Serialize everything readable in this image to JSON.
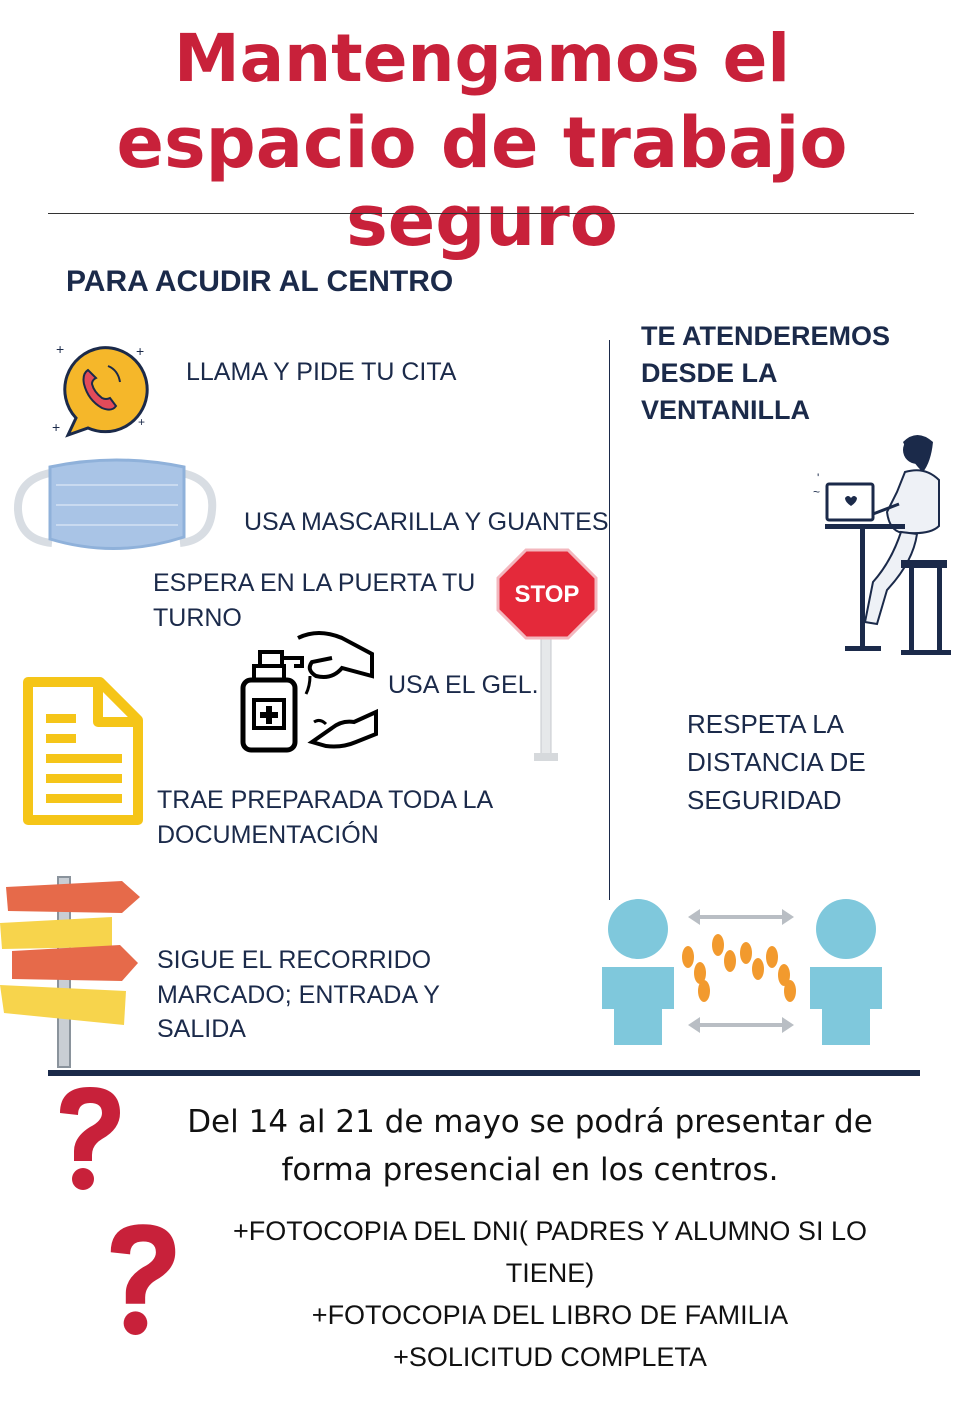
{
  "title": {
    "line1": "Mantengamos el",
    "line2": "espacio de trabajo seguro"
  },
  "section": {
    "title": "PARA ACUDIR AL CENTRO"
  },
  "steps": {
    "call": "LLAMA Y PIDE TU CITA",
    "mask": "USA MASCARILLA Y GUANTES",
    "wait_l1": "ESPERA EN LA PUERTA TU",
    "wait_l2": "TURNO",
    "gel": "USA EL GEL.",
    "docs_l1": "TRAE PREPARADA TODA LA",
    "docs_l2": "DOCUMENTACIÓN",
    "route_l1": "SIGUE EL RECORRIDO",
    "route_l2": "MARCADO; ENTRADA Y",
    "route_l3": "SALIDA"
  },
  "right": {
    "head_l1": "TE ATENDEREMOS",
    "head_l2": "DESDE LA",
    "head_l3": "VENTANILLA",
    "distance_l1": "RESPETA LA",
    "distance_l2": "DISTANCIA DE",
    "distance_l3": "SEGURIDAD"
  },
  "stop_sign": {
    "label": "STOP"
  },
  "notice": {
    "line1": "Del 14 al 21 de mayo se podrá presentar de",
    "line2": "forma presencial en los centros."
  },
  "documents": {
    "line1": "+FOTOCOPIA DEL DNI( PADRES Y ALUMNO SI LO",
    "line2": "TIENE)",
    "line3": "+FOTOCOPIA DEL LIBRO DE FAMILIA",
    "line4": "+SOLICITUD COMPLETA"
  },
  "icons": [
    "phone-icon",
    "mask-icon",
    "stop-sign-icon",
    "hand-sanitizer-icon",
    "document-icon",
    "signpost-icon",
    "window-attendant-icon",
    "social-distance-icon",
    "question-mark-icon"
  ],
  "colors": {
    "title_red": "#c8213a",
    "navy": "#1b2a4a",
    "yellow": "#f5c518",
    "light_blue": "#7fc8dc",
    "mask_blue": "#a9c4e6",
    "stop_red": "#e4293a"
  }
}
